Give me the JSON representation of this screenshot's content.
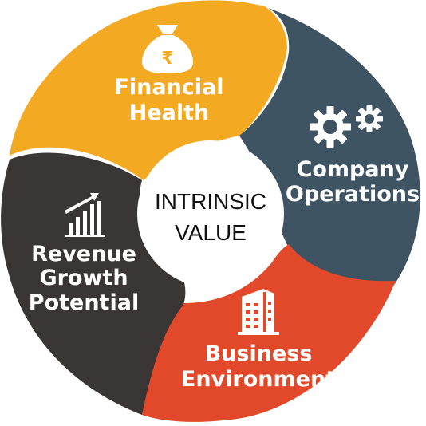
{
  "diagram": {
    "center": {
      "line1": "INTRINSIC",
      "line2": "VALUE"
    },
    "segments": [
      {
        "id": "financial-health",
        "line1": "Financial",
        "line2": "Health",
        "icon": "money-bag-rupee-icon",
        "icon_glyph": "₹",
        "color": "#F4A922"
      },
      {
        "id": "company-operations",
        "line1": "Company",
        "line2": "Operations",
        "icon": "gears-icon",
        "color": "#3F5463"
      },
      {
        "id": "business-environment",
        "line1": "Business",
        "line2": "Environment",
        "icon": "office-building-icon",
        "color": "#E2492A"
      },
      {
        "id": "revenue-growth-potential",
        "line1": "Revenue",
        "line2": "Growth",
        "line3": "Potential",
        "icon": "growth-bar-chart-icon",
        "color": "#3A3635"
      }
    ]
  }
}
